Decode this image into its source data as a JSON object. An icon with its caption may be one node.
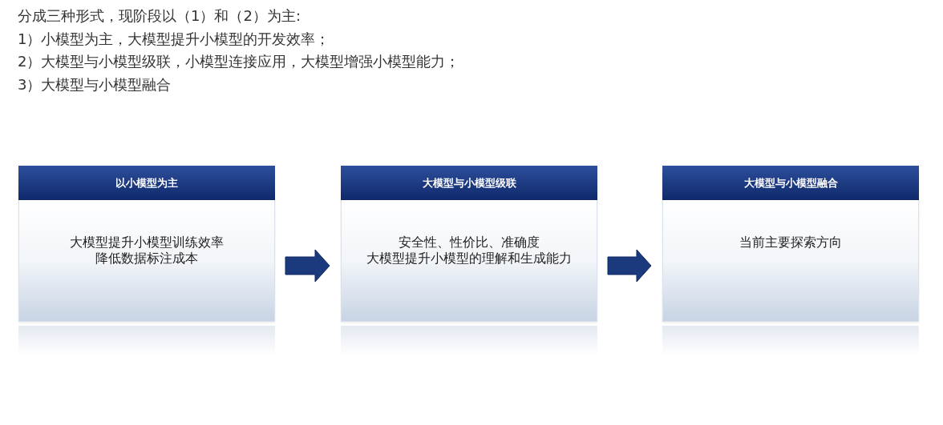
{
  "diagram": {
    "nodes": [
      {
        "text": [
          "以小模型为主",
          "大模型提升小模型训练效率",
          "降低数据标注成本"
        ]
      },
      {
        "text": [
          "大模型与小模型级联",
          "安全性、性价比、准确度",
          "大模型提升小模型的理解和生成能力"
        ]
      },
      {
        "text": [
          "大模型与小模型融合",
          "当前主要探索方向"
        ]
      }
    ],
    "edges": [
      {
        "from": 0,
        "to": 1,
        "arrow": "to",
        "style": "thick"
      },
      {
        "from": 1,
        "to": 2,
        "arrow": "to",
        "style": "thick"
      }
    ],
    "labels": [
      "分成三种形式，现阶段以（1）和（2）为主:",
      "1）小模型为主，大模型提升小模型的开发效率；",
      "2）大模型与小模型级联，小模型连接应用，大模型增强小模型能力；",
      "3）大模型与小模型融合"
    ]
  }
}
